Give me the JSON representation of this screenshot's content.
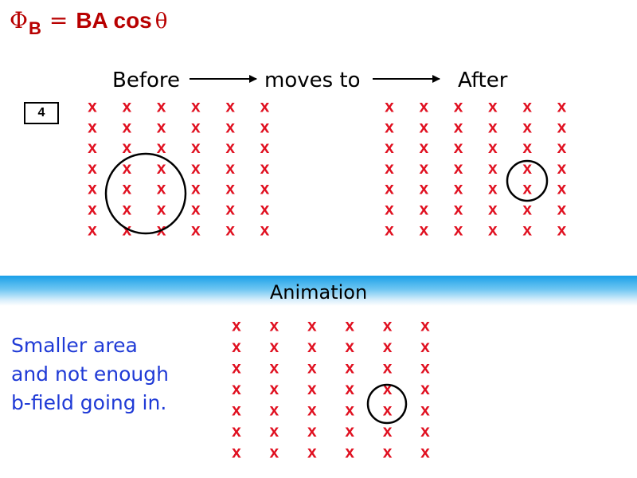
{
  "formula": {
    "phi": "Φ",
    "sub": "B",
    "eq": "=",
    "expr": "BA cos",
    "theta": "θ"
  },
  "labels": {
    "before": "Before",
    "moves_to": "moves to",
    "after": "After"
  },
  "badge": "4",
  "section_title": "Animation",
  "caption": [
    "Smaller area",
    "and not enough",
    "b-field going in."
  ],
  "field_symbol": "x",
  "colors": {
    "field": "#e01020",
    "formula": "#b80000",
    "caption": "#1f3ad6",
    "bar": "#1aa0e8"
  },
  "grid": {
    "rows": 7,
    "cols": 6
  }
}
